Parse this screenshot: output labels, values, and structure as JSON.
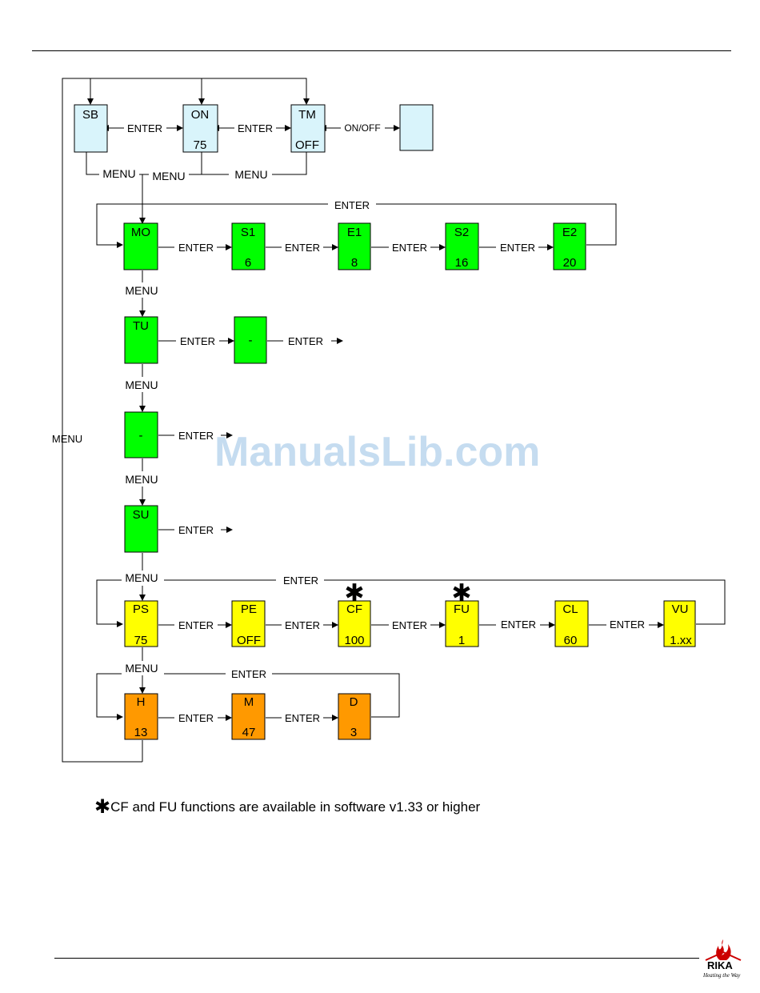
{
  "colors": {
    "standby": "#d9f4fb",
    "menu_green": "#00ff00",
    "parameter_yellow": "#ffff00",
    "clock_orange": "#ff9900",
    "watermark": "#bcd6ee",
    "logo_red": "#cc0000"
  },
  "labels": {
    "enter": "ENTER",
    "menu": "MENU",
    "on_off": "ON/OFF"
  },
  "boxes": {
    "sb": {
      "top": "SB",
      "bottom": ""
    },
    "on": {
      "top": "ON",
      "bottom": "75"
    },
    "tm": {
      "top": "TM",
      "bottom": "OFF"
    },
    "blank": {
      "top": "",
      "bottom": ""
    },
    "mo": {
      "top": "MO",
      "bottom": ""
    },
    "s1": {
      "top": "S1",
      "bottom": "6"
    },
    "e1": {
      "top": "E1",
      "bottom": "8"
    },
    "s2": {
      "top": "S2",
      "bottom": "16"
    },
    "e2": {
      "top": "E2",
      "bottom": "20"
    },
    "tu": {
      "top": "TU",
      "bottom": ""
    },
    "tu_sub": {
      "top": "-",
      "bottom": ""
    },
    "dash": {
      "top": "-",
      "bottom": ""
    },
    "su": {
      "top": "SU",
      "bottom": ""
    },
    "ps": {
      "top": "PS",
      "bottom": "75"
    },
    "pe": {
      "top": "PE",
      "bottom": "OFF"
    },
    "cf": {
      "top": "CF",
      "bottom": "100"
    },
    "fu": {
      "top": "FU",
      "bottom": "1"
    },
    "cl": {
      "top": "CL",
      "bottom": "60"
    },
    "vu": {
      "top": "VU",
      "bottom": "1.xx"
    },
    "h": {
      "top": "H",
      "bottom": "13"
    },
    "m": {
      "top": "M",
      "bottom": "47"
    },
    "d": {
      "top": "D",
      "bottom": "3"
    }
  },
  "star_symbol": "✱",
  "footnote": "CF and FU functions are available in software v1.33 or higher",
  "watermark": "ManualsLib.com",
  "logo": {
    "name": "RIKA",
    "slogan": "Heating the Way"
  }
}
